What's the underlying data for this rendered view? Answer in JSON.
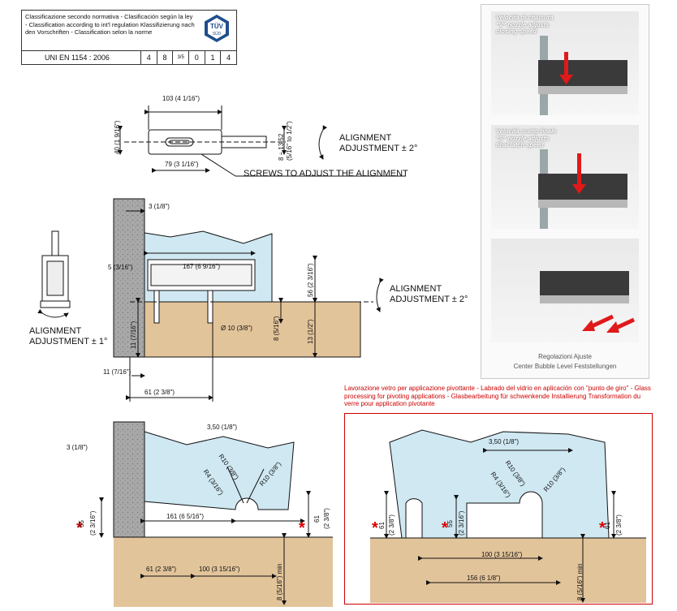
{
  "classification": {
    "text": "Classificazione secondo normativa - Clasificación según la ley - Classification according to int'l regulation Klassifizierung nach den Vorschriften - Classification selon la norme",
    "standard": "UNI  EN  1154 : 2006",
    "codes": [
      "4",
      "8",
      "3/5",
      "0",
      "1",
      "4"
    ],
    "badge": "TÜV SÜD",
    "badge_top": "TÜV",
    "badge_bottom": "SÜD"
  },
  "top_view": {
    "dim_width": "103 (4  1/16\")",
    "dim_height": "40 (1  9/16\")",
    "dim_offset": "8 ÷ 13,52",
    "dim_offset_in": "(5/16\" to 1/2\")",
    "dim_inner": "79 (3  1/16\")",
    "alignment_line1": "ALIGNMENT",
    "alignment_line2": "ADJUSTMENT ± 2°",
    "screws_label": "SCREWS TO ADJUST THE ALIGNMENT"
  },
  "section_view": {
    "dim_top": "3 (1/8\")",
    "dim_left": "5 (3/16\")",
    "dim_body": "167 (6  9/16\")",
    "dim_h56": "56 (2  3/16\")",
    "dim_h13": "13 (1/2\")",
    "dim_h8": "8 (5/16\")",
    "dim_h11": "11 (7/16\")",
    "dim_d10": "Ø 10 (3/8\")",
    "dim_bottom11": "11 (7/16\")",
    "dim_bottom61": "61 (2  3/8\")",
    "alignment_line1": "ALIGNMENT",
    "alignment_line2": "ADJUSTMENT ± 2°",
    "side_alignment_line1": "ALIGNMENT",
    "side_alignment_line2": "ADJUSTMENT ± 1°"
  },
  "photos": {
    "caption1": [
      "Velocità di chiusura",
      "\"V\" nozzle adjusts",
      "closing speed"
    ],
    "caption2": [
      "Velocità scatto finale",
      "\"S\" nozzle adjusts",
      "final latch speed"
    ],
    "footer1": "Regolazioni  Ajuste",
    "footer2": "Center Bubble Level  Feststellungen"
  },
  "glass_left": {
    "dim_top": "3 (1/8\")",
    "dim_350": "3,50 (1/8\")",
    "r10a": "R10 (3/8\")",
    "r4": "R4 (3/16\")",
    "r10b": "R10 (3/8\")",
    "dim_55": "55",
    "dim_55_in": "(2  3/16\")",
    "dim_161": "161 (6  5/16\")",
    "dim_61": "61",
    "dim_61_in": "(2  3/8\")",
    "dim_bot61": "61 (2  3/8\")",
    "dim_bot100": "100 (3  15/16\")",
    "dim_8min": "8 (5/16\") min",
    "star": "*"
  },
  "glass_right": {
    "title": "Lavorazione vetro per applicazione pivottante - Labrado del vidrio en aplicación con \"punto de giro\" - Glass processing for pivoting applications - Glasbearbeitung für schwenkende Installierung Transformation du verre pour application pivotante",
    "dim_350": "3,50 (1/8\")",
    "r10a": "R10 (3/8\")",
    "r4": "R4 (3/16\")",
    "r10b": "R10 (3/8\")",
    "dim_61a": "61",
    "dim_61a_in": "(2  3/8\")",
    "dim_55": "55",
    "dim_55_in": "(2  3/16\")",
    "dim_61b": "61",
    "dim_61b_in": "(2  3/8\")",
    "dim_100": "100 (3  15/16\")",
    "dim_8min": "8 (5/16\") min",
    "dim_156": "156 (6  1/8\")",
    "star": "*"
  },
  "colors": {
    "glass": "#cfe8f2",
    "floor": "#e2c49a",
    "wall": "#a8a8a8",
    "accent_red": "#cc0000"
  }
}
